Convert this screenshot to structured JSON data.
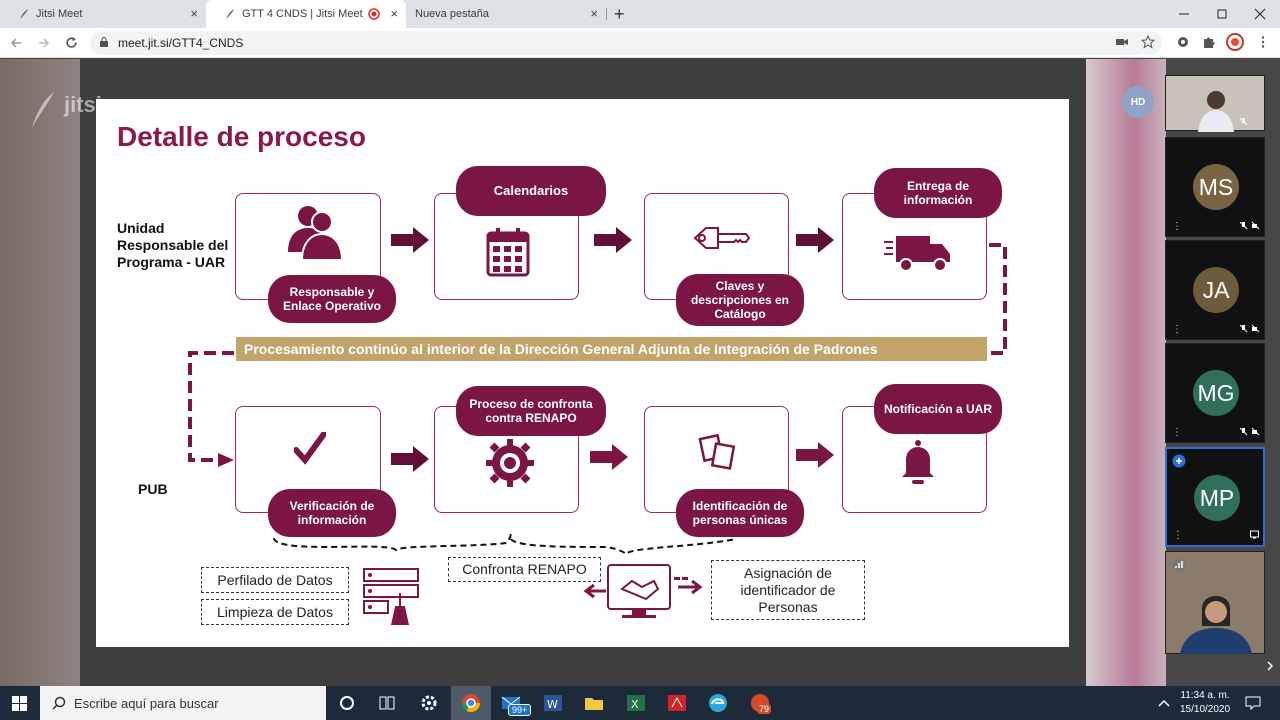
{
  "browser": {
    "tabs": [
      {
        "title": "Jitsi Meet",
        "close": "×"
      },
      {
        "title": "GTT 4 CNDS | Jitsi Meet",
        "close": "×"
      },
      {
        "title": "Nueva pestaña",
        "close": "×"
      }
    ],
    "new_tab": "+",
    "url": "meet.jit.si/GTT4_CNDS"
  },
  "watermark": "jitsi.org",
  "slide": {
    "title": "Detalle de proceso",
    "row1_label": "Unidad Responsable del Programa - UAR",
    "row2_label": "PUB",
    "top_pills": {
      "responsable": "Responsable y Enlace Operativo",
      "calendarios": "Calendarios",
      "claves": "Claves y descripciones en Catálogo",
      "entrega": "Entrega de información"
    },
    "banner": "Procesamiento continúo al interior de la Dirección General Adjunta de Integración de Padrones",
    "bottom_pills": {
      "verificacion": "Verificación de información",
      "confronta": "Proceso de confronta contra RENAPO",
      "identificacion": "Identificación de personas únicas",
      "notificacion": "Notificación a UAR"
    },
    "notes": {
      "perfilado": "Perfilado de Datos",
      "limpieza": "Limpieza de Datos",
      "renapo": "Confronta RENAPO",
      "asignacion": "Asignación de identificador de Personas"
    }
  },
  "participants": [
    {
      "initials": "HD",
      "color": "#8fa3c7"
    },
    {
      "initials": "MS",
      "color": "#7a6446"
    },
    {
      "initials": "JA",
      "color": "#6e5a3c"
    },
    {
      "initials": "MG",
      "color": "#2f6f5b"
    },
    {
      "initials": "MP",
      "color": "#2f6f5b"
    }
  ],
  "taskbar": {
    "search_placeholder": "Escribe aquí para buscar",
    "time": "11:34 a. m.",
    "date": "15/10/2020",
    "mail_badge": "99+",
    "badge2": "79"
  }
}
